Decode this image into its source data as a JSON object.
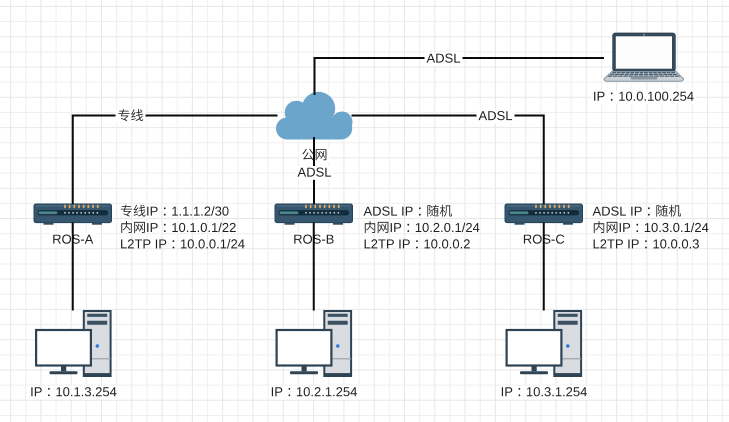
{
  "diagram": {
    "type": "network-topology",
    "nodes": {
      "cloud": {
        "label": "公网"
      },
      "laptop": {
        "label": "IP：10.0.100.254"
      },
      "router_a": {
        "name": "ROS-A",
        "info": [
          "专线IP：1.1.1.2/30",
          "内网IP：10.1.0.1/22",
          "L2TP IP：10.0.0.1/24"
        ]
      },
      "router_b": {
        "name": "ROS-B",
        "info": [
          "ADSL IP：随机",
          "内网IP：10.2.0.1/24",
          "L2TP IP：10.0.0.2"
        ]
      },
      "router_c": {
        "name": "ROS-C",
        "info": [
          "ADSL IP：随机",
          "内网IP：10.3.0.1/24",
          "L2TP IP：10.0.0.3"
        ]
      },
      "pc_a": {
        "label": "IP：10.1.3.254"
      },
      "pc_b": {
        "label": "IP：10.2.1.254"
      },
      "pc_c": {
        "label": "IP：10.3.1.254"
      }
    },
    "edges": {
      "cloud_laptop": {
        "label": "ADSL"
      },
      "cloud_router_a": {
        "label": "专线"
      },
      "cloud_router_b": {
        "label": "ADSL"
      },
      "cloud_router_c": {
        "label": "ADSL"
      }
    },
    "colors": {
      "background": "#ffffff",
      "grid_line": "#ececec",
      "edge_stroke": "#0a0a0a",
      "cloud_fill": "#6ca5cb",
      "router_body": "#36566d",
      "text": "#1f1f1f"
    }
  }
}
